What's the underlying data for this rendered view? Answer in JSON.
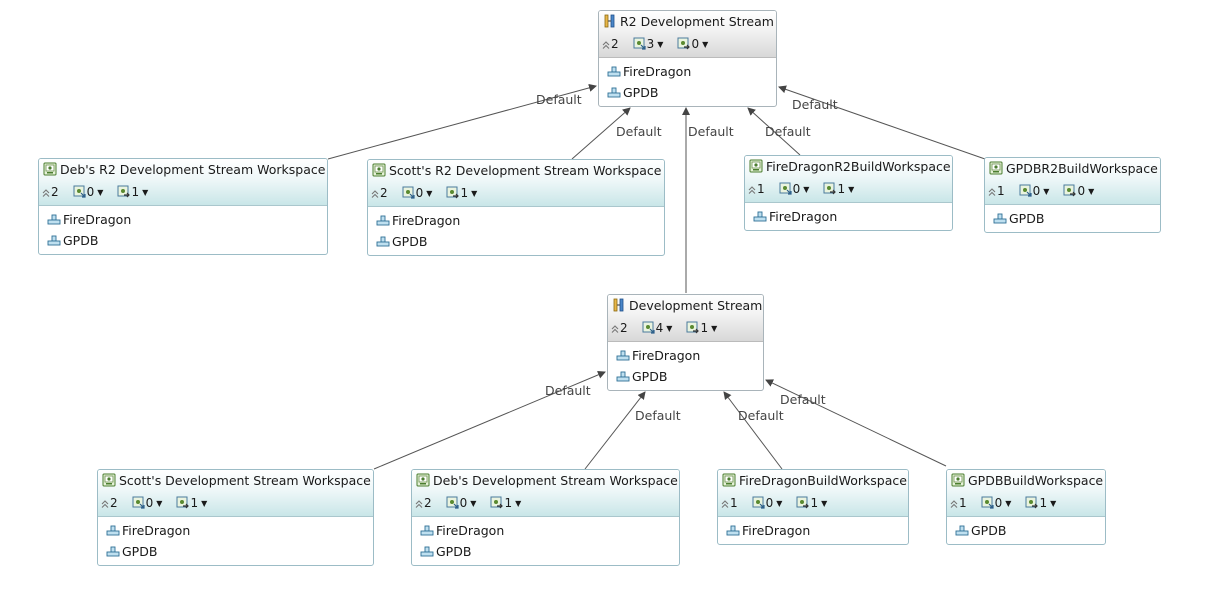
{
  "edge_label_default": "Default",
  "nodes": [
    {
      "id": "r2-stream",
      "kind": "stream",
      "title": "R2 Development Stream",
      "level": "2",
      "workspaces": "3",
      "baselines": "0",
      "components": [
        "FireDragon",
        "GPDB"
      ]
    },
    {
      "id": "debs-r2-ws",
      "kind": "workspace",
      "title": "Deb's R2 Development Stream Workspace",
      "level": "2",
      "workspaces": "0",
      "baselines": "1",
      "components": [
        "FireDragon",
        "GPDB"
      ]
    },
    {
      "id": "scotts-r2-ws",
      "kind": "workspace",
      "title": "Scott's R2 Development Stream Workspace",
      "level": "2",
      "workspaces": "0",
      "baselines": "1",
      "components": [
        "FireDragon",
        "GPDB"
      ]
    },
    {
      "id": "firedragon-r2-build-ws",
      "kind": "workspace",
      "title": "FireDragonR2BuildWorkspace",
      "level": "1",
      "workspaces": "0",
      "baselines": "1",
      "components": [
        "FireDragon"
      ]
    },
    {
      "id": "gpdb-r2-build-ws",
      "kind": "workspace",
      "title": "GPDBR2BuildWorkspace",
      "level": "1",
      "workspaces": "0",
      "baselines": "0",
      "components": [
        "GPDB"
      ]
    },
    {
      "id": "dev-stream",
      "kind": "stream",
      "title": "Development Stream",
      "level": "2",
      "workspaces": "4",
      "baselines": "1",
      "components": [
        "FireDragon",
        "GPDB"
      ]
    },
    {
      "id": "scotts-dev-ws",
      "kind": "workspace",
      "title": "Scott's Development Stream Workspace",
      "level": "2",
      "workspaces": "0",
      "baselines": "1",
      "components": [
        "FireDragon",
        "GPDB"
      ]
    },
    {
      "id": "debs-dev-ws",
      "kind": "workspace",
      "title": "Deb's Development Stream Workspace",
      "level": "2",
      "workspaces": "0",
      "baselines": "1",
      "components": [
        "FireDragon",
        "GPDB"
      ]
    },
    {
      "id": "firedragon-build-ws",
      "kind": "workspace",
      "title": "FireDragonBuildWorkspace",
      "level": "1",
      "workspaces": "0",
      "baselines": "1",
      "components": [
        "FireDragon"
      ]
    },
    {
      "id": "gpdb-build-ws",
      "kind": "workspace",
      "title": "GPDBBuildWorkspace",
      "level": "1",
      "workspaces": "0",
      "baselines": "1",
      "components": [
        "GPDB"
      ]
    }
  ],
  "edges": [
    {
      "from": "debs-r2-ws",
      "to": "r2-stream",
      "label": "Default"
    },
    {
      "from": "scotts-r2-ws",
      "to": "r2-stream",
      "label": "Default"
    },
    {
      "from": "dev-stream",
      "to": "r2-stream",
      "label": "Default"
    },
    {
      "from": "firedragon-r2-build-ws",
      "to": "r2-stream",
      "label": "Default"
    },
    {
      "from": "gpdb-r2-build-ws",
      "to": "r2-stream",
      "label": "Default"
    },
    {
      "from": "scotts-dev-ws",
      "to": "dev-stream",
      "label": "Default"
    },
    {
      "from": "debs-dev-ws",
      "to": "dev-stream",
      "label": "Default"
    },
    {
      "from": "firedragon-build-ws",
      "to": "dev-stream",
      "label": "Default"
    },
    {
      "from": "gpdb-build-ws",
      "to": "dev-stream",
      "label": "Default"
    }
  ]
}
